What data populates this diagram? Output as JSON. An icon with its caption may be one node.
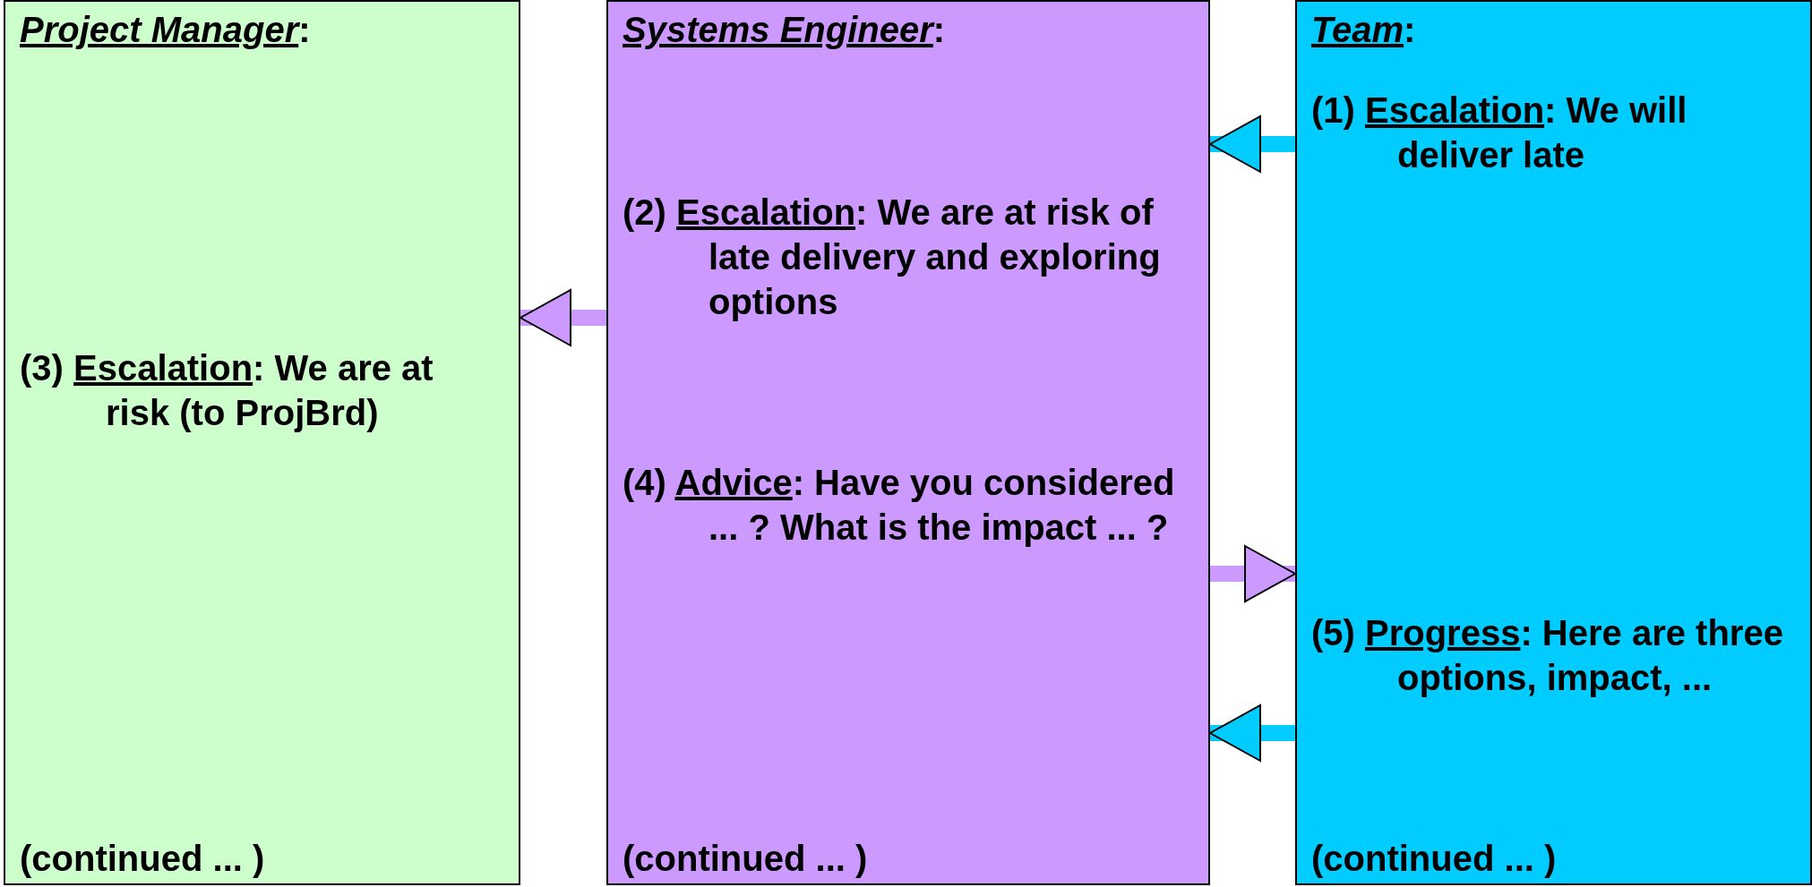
{
  "diagram": {
    "nodes": [
      {
        "text": [
          "*Project Manager*:",
          "(3) *Escalation*: We are at risk (to ProjBrd)",
          "(continued ... )"
        ]
      },
      {
        "text": [
          "*Systems Engineer*:",
          "(2) *Escalation*: We are at risk of late delivery and exploring options",
          "(4) *Advice*: Have you considered ... ? What is the impact ... ?",
          "(continued ... )"
        ]
      },
      {
        "text": [
          "*Team*:",
          "(1) *Escalation*: We will deliver late",
          "(5) *Progress*: Here are three options, impact, ...",
          "(continued ... )"
        ]
      }
    ],
    "edges": [
      {
        "from": 2,
        "to": 1,
        "arrow": "to",
        "color": "#00ccff"
      },
      {
        "from": 1,
        "to": 0,
        "arrow": "to",
        "color": "#cc99ff"
      },
      {
        "from": 1,
        "to": 2,
        "arrow": "to",
        "color": "#cc99ff"
      },
      {
        "from": 2,
        "to": 1,
        "arrow": "to",
        "color": "#00ccff"
      }
    ]
  }
}
